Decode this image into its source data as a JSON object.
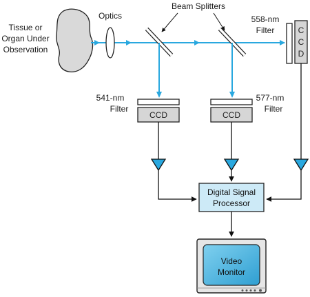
{
  "colors": {
    "beam": "#29a8df",
    "ccd_fill": "#d6d6d6",
    "dsp_fill": "#cdeaf7",
    "screen_fill": "#4fb6e0",
    "amplifier_fill": "#29a8df"
  },
  "labels": {
    "tissue_line1": "Tissue or",
    "tissue_line2": "Organ Under",
    "tissue_line3": "Observation",
    "optics": "Optics",
    "beam_splitters": "Beam Splitters",
    "filter_558_line1": "558-nm",
    "filter_558_line2": "Filter",
    "ccd_vertical_1": "C",
    "ccd_vertical_2": "C",
    "ccd_vertical_3": "D",
    "filter_541_line1": "541-nm",
    "filter_541_line2": "Filter",
    "filter_577_line1": "577-nm",
    "filter_577_line2": "Filter",
    "ccd_541": "CCD",
    "ccd_577": "CCD",
    "dsp_line1": "Digital Signal",
    "dsp_line2": "Processor",
    "monitor_line1": "Video",
    "monitor_line2": "Monitor"
  }
}
